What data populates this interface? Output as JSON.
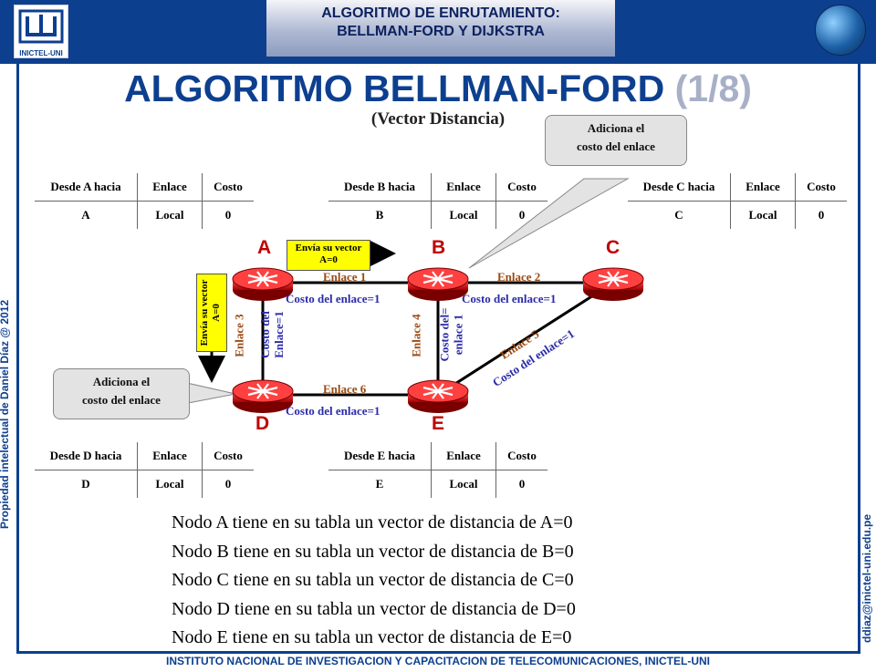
{
  "header": {
    "logo_text": "INICTEL-UNI",
    "banner_line1": "ALGORITMO DE ENRUTAMIENTO:",
    "banner_line2": "BELLMAN-FORD Y DIJKSTRA"
  },
  "slide": {
    "title": "ALGORITMO BELLMAN-FORD ",
    "title_part": "(1/8)",
    "subtitle": "(Vector Distancia)"
  },
  "tables": {
    "A": {
      "h_from": "Desde A hacia",
      "h_link": "Enlace",
      "h_cost": "Costo",
      "to": "A",
      "link": "Local",
      "cost": "0"
    },
    "B": {
      "h_from": "Desde B hacia",
      "h_link": "Enlace",
      "h_cost": "Costo",
      "to": "B",
      "link": "Local",
      "cost": "0"
    },
    "C": {
      "h_from": "Desde C hacia",
      "h_link": "Enlace",
      "h_cost": "Costo",
      "to": "C",
      "link": "Local",
      "cost": "0"
    },
    "D": {
      "h_from": "Desde D hacia",
      "h_link": "Enlace",
      "h_cost": "Costo",
      "to": "D",
      "link": "Local",
      "cost": "0"
    },
    "E": {
      "h_from": "Desde E hacia",
      "h_link": "Enlace",
      "h_cost": "Costo",
      "to": "E",
      "link": "Local",
      "cost": "0"
    }
  },
  "callouts": {
    "top": {
      "line1": "Adiciona el",
      "line2": "costo del enlace"
    },
    "left": {
      "line1": "Adiciona el",
      "line2": "costo del enlace"
    }
  },
  "notes": {
    "horizontal": {
      "line1": "Envía su vector",
      "line2": "A=0"
    },
    "vertical": {
      "line1": "Envía su vector",
      "line2": "A=0"
    }
  },
  "nodes": {
    "A": "A",
    "B": "B",
    "C": "C",
    "D": "D",
    "E": "E"
  },
  "links": {
    "l1": {
      "name": "Enlace 1",
      "cost": "Costo del enlace=1"
    },
    "l2": {
      "name": "Enlace 2",
      "cost": "Costo del enlace=1"
    },
    "l3": {
      "name": "Enlace 3",
      "cost_line1": "Costo del",
      "cost_line2": "Enlace=1"
    },
    "l4": {
      "name": "Enlace 4",
      "cost_line1": "Costo del=",
      "cost_line2": "enlace 1"
    },
    "l5": {
      "name": "Enlace 5",
      "cost": "Costo del enlace=1"
    },
    "l6": {
      "name": "Enlace 6",
      "cost": "Costo del enlace=1"
    }
  },
  "statements": [
    "Nodo A tiene en su tabla un vector de distancia de A=0",
    "Nodo B tiene en su tabla un vector de distancia de B=0",
    "Nodo C tiene en su tabla un vector de distancia de C=0",
    "Nodo D tiene en su tabla un vector de distancia de D=0",
    "Nodo E tiene en su tabla un vector de distancia de E=0"
  ],
  "side": {
    "left": "Propiedad intelectual de Daniel Díaz @ 2012",
    "right": "ddiaz@inictel-uni.edu.pe"
  },
  "footer": "INSTITUTO NACIONAL DE INVESTIGACION Y CAPACITACION DE TELECOMUNICACIONES, INICTEL-UNI",
  "colors": {
    "brand": "#0d3f8f",
    "node_letter": "#c00000",
    "link_name": "#9c4a12",
    "link_cost": "#2b2ba8",
    "note": "#ffff00",
    "router": "#cc0000"
  }
}
